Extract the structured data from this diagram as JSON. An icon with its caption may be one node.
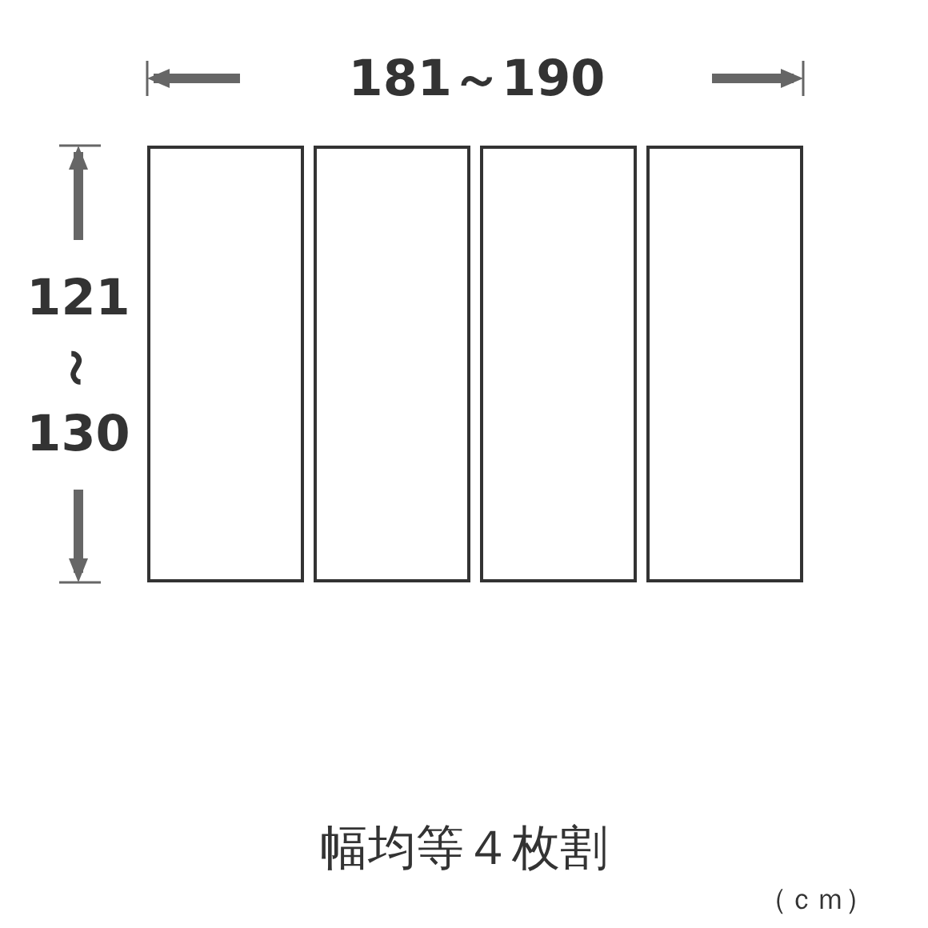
{
  "diagram": {
    "nodes": [
      {
        "text": [],
        "shape": "box"
      },
      {
        "text": [],
        "shape": "box"
      },
      {
        "text": [],
        "shape": "box"
      },
      {
        "text": [],
        "shape": "box"
      }
    ],
    "edges": [],
    "labels": [
      "181～190",
      "121",
      "～",
      "130",
      "幅均等４枚割",
      "（ｃｍ）"
    ]
  }
}
